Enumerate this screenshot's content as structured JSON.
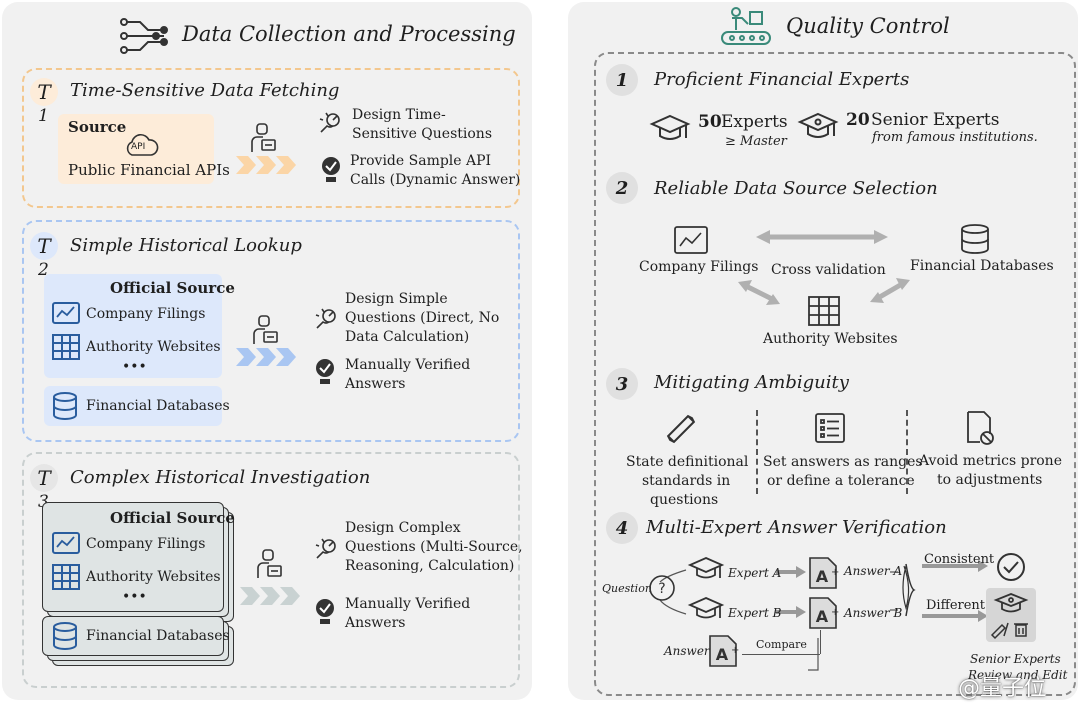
{
  "left": {
    "title": "Data Collection and Processing",
    "sections": [
      {
        "letter": "T",
        "number": "1",
        "title": "Time-Sensitive Data Fetching",
        "source_heading": "Source",
        "api_label": "API",
        "source_items": [
          "Public Financial APIs"
        ],
        "design_text": [
          "Design Time-",
          "Sensitive Questions"
        ],
        "answer_text": [
          "Provide Sample API",
          "Calls (Dynamic Answer)"
        ],
        "border_color": "#f3c78e",
        "fill_color": "#fdecd9"
      },
      {
        "letter": "T",
        "number": "2",
        "title": "Simple Historical Lookup",
        "source_heading": "Official Source",
        "source_items": [
          "Company Filings",
          "Authority Websites",
          "•••"
        ],
        "db_label": "Financial Databases",
        "design_text": [
          "Design Simple",
          "Questions (Direct, No",
          "Data Calculation)"
        ],
        "answer_text": [
          "Manually Verified",
          "Answers"
        ],
        "border_color": "#a9c6f2",
        "fill_color": "#dde8fb"
      },
      {
        "letter": "T",
        "number": "3",
        "title": "Complex Historical Investigation",
        "source_heading": "Official Source",
        "source_items": [
          "Company Filings",
          "Authority Websites",
          "•••"
        ],
        "db_label": "Financial Databases",
        "design_text": [
          "Design Complex",
          "Questions (Multi-Source,",
          "Reasoning, Calculation)"
        ],
        "answer_text": [
          "Manually Verified",
          "Answers"
        ],
        "border_color": "#c9cfcf",
        "fill_color": "#dfe4e4"
      }
    ]
  },
  "right": {
    "title": "Quality Control",
    "steps": [
      {
        "number": "1",
        "title": "Proficient Financial Experts"
      },
      {
        "number": "2",
        "title": "Reliable Data Source Selection"
      },
      {
        "number": "3",
        "title": "Mitigating Ambiguity"
      },
      {
        "number": "4",
        "title": "Multi-Expert Answer Verification"
      }
    ],
    "experts": {
      "count_a": "50",
      "label_a": "Experts",
      "sub_a": "≥ Master",
      "count_b": "20",
      "label_b": "Senior Experts",
      "sub_b": "from famous institutions."
    },
    "sources": {
      "company": "Company Filings",
      "cross": "Cross validation",
      "databases": "Financial Databases",
      "authority": "Authority Websites"
    },
    "ambiguity": [
      [
        "State definitional",
        "standards in",
        "questions"
      ],
      [
        "Set answers as ranges",
        "or define a tolerance"
      ],
      [
        "Avoid metrics prone",
        "to adjustments"
      ]
    ],
    "verification": {
      "question": "Question",
      "expert_a": "Expert A",
      "expert_b": "Expert B",
      "answer_a": "Answer A",
      "answer_b": "Answer B",
      "answer": "Answer",
      "compare": "Compare",
      "consistent": "Consistent",
      "different": "Different",
      "senior": "Senior Experts",
      "review_edit": "Review and Edit"
    }
  },
  "watermark": "@量子位"
}
